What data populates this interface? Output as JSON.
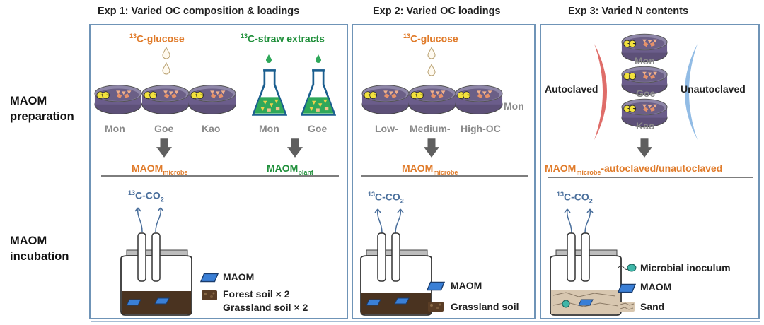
{
  "experiments": [
    {
      "title": "Exp 1: Varied OC composition & loadings"
    },
    {
      "title": "Exp 2: Varied OC loadings"
    },
    {
      "title": "Exp 3: Varied N contents"
    }
  ],
  "rows": {
    "preparation": [
      "MAOM",
      "preparation"
    ],
    "incubation": [
      "MAOM",
      "incubation"
    ]
  },
  "exp1": {
    "glucose_sup": "13",
    "glucose": "C-glucose",
    "straw_sup": "13",
    "straw": "C-straw extracts",
    "dishes": [
      "Mon",
      "Goe",
      "Kao"
    ],
    "flasks": [
      "Mon",
      "Goe"
    ],
    "maom_microbe": "MAOM",
    "maom_microbe_sub": "microbe",
    "maom_plant": "MAOM",
    "maom_plant_sub": "plant",
    "co2_sup": "13",
    "co2": "C-CO",
    "co2_sub": "2",
    "legend": [
      "MAOM",
      "Forest soil × 2",
      "Grassland soil × 2"
    ]
  },
  "exp2": {
    "glucose_sup": "13",
    "glucose": "C-glucose",
    "dishes": [
      "Low-",
      "Medium-",
      "High-OC"
    ],
    "mineral": "Mon",
    "maom": "MAOM",
    "maom_sub": "microbe",
    "co2_sup": "13",
    "co2": "C-CO",
    "co2_sub": "2",
    "legend": [
      "MAOM",
      "Grassland soil"
    ]
  },
  "exp3": {
    "dishes": [
      "Mon",
      "Goe",
      "Kao"
    ],
    "autoclaved": "Autoclaved",
    "unautoclaved": "Unautoclaved",
    "maom": "MAOM",
    "maom_sub": "microbe",
    "maom_suffix": "-autoclaved/unautoclaved",
    "co2_sup": "13",
    "co2": "C-CO",
    "co2_sub": "2",
    "legend": [
      "Microbial inoculum",
      "MAOM",
      "Sand"
    ]
  },
  "colors": {
    "panel_border": "#6f94b7",
    "orange": "#e07b2a",
    "green": "#1f8f3a",
    "autoclaved_arc": "#d9534f",
    "unautoclaved_arc": "#7fb0e0",
    "dish_fill": "#6a5a8a",
    "soil": "#4a3320"
  },
  "icons": [
    "droplet-icon",
    "petri-dish-icon",
    "flask-icon",
    "down-arrow-icon",
    "incubation-jar-icon",
    "maom-chip-icon",
    "microbe-icon"
  ]
}
